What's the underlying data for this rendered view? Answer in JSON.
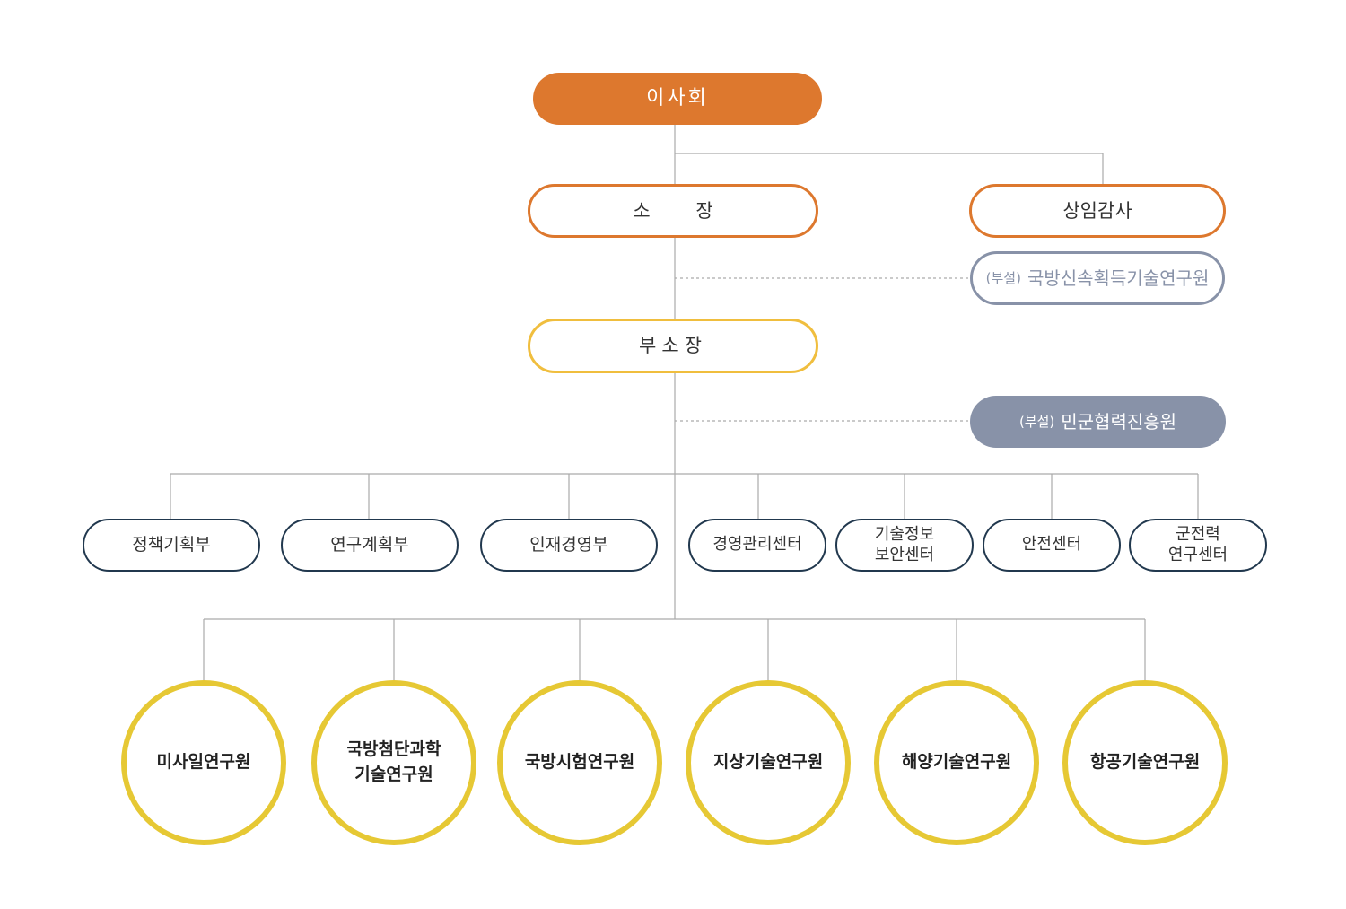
{
  "board": {
    "label": "이사회"
  },
  "director": {
    "label": "소 장"
  },
  "auditor": {
    "label": "상임감사"
  },
  "annex_1": {
    "prefix": "(부설)",
    "name": "국방신속획득기술연구원"
  },
  "deputy": {
    "label": "부소장"
  },
  "annex_2": {
    "prefix": "(부설)",
    "name": "민군협력진흥원"
  },
  "departments": [
    {
      "line1": "정책기획부",
      "line2": ""
    },
    {
      "line1": "연구계획부",
      "line2": ""
    },
    {
      "line1": "인재경영부",
      "line2": ""
    },
    {
      "line1": "경영관리센터",
      "line2": ""
    },
    {
      "line1": "기술정보",
      "line2": "보안센터"
    },
    {
      "line1": "안전센터",
      "line2": ""
    },
    {
      "line1": "군전력",
      "line2": "연구센터"
    }
  ],
  "institutes": [
    {
      "line1": "미사일연구원",
      "line2": ""
    },
    {
      "line1": "국방첨단과학",
      "line2": "기술연구원"
    },
    {
      "line1": "국방시험연구원",
      "line2": ""
    },
    {
      "line1": "지상기술연구원",
      "line2": ""
    },
    {
      "line1": "해양기술연구원",
      "line2": ""
    },
    {
      "line1": "항공기술연구원",
      "line2": ""
    }
  ],
  "colors": {
    "board": "#DD782E",
    "deputy_border": "#F0BE3E",
    "annex_gray": "#8892A8",
    "department_border": "#21384E",
    "institute_border": "#E6C834",
    "connector": "#AAAAAA"
  }
}
